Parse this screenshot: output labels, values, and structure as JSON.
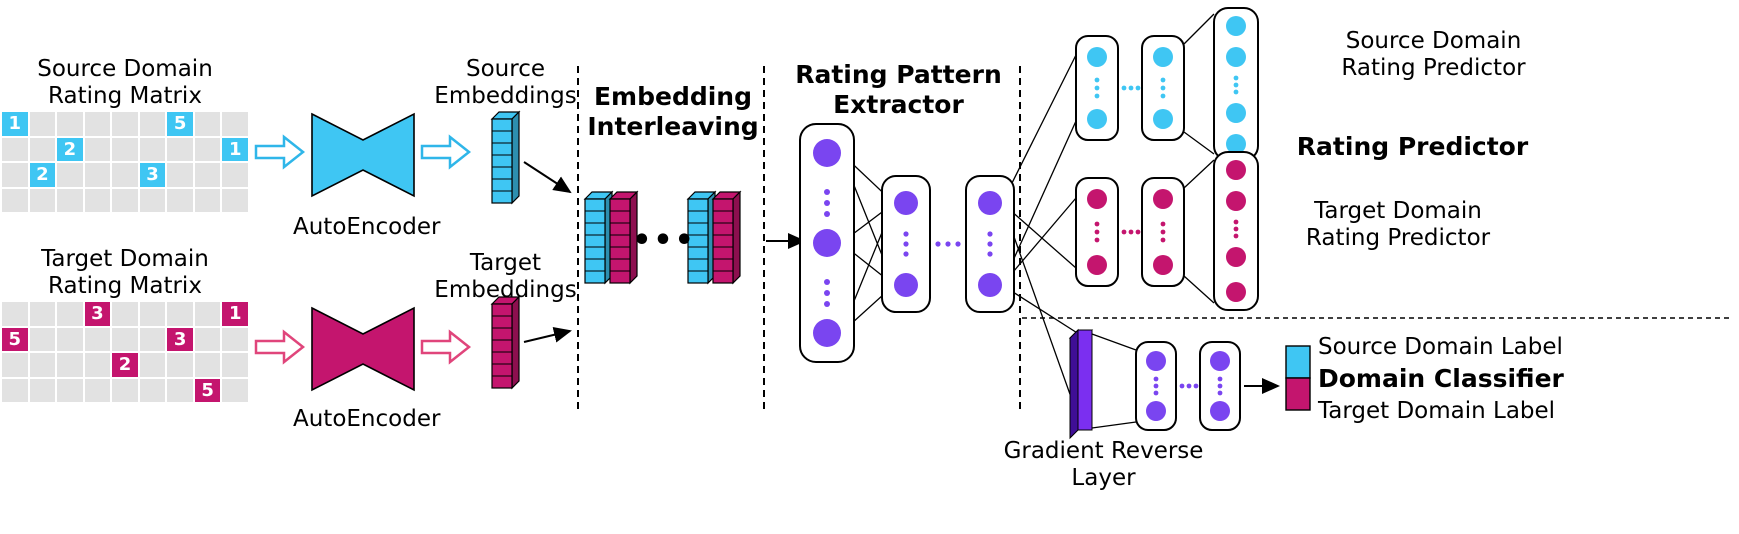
{
  "colors": {
    "cyan": "#3fc6f3",
    "magenta": "#c4156e",
    "purple": "#7a45f0",
    "grl_front": "#7b2ff0",
    "grl_side": "#3f0e96",
    "grl_top": "#5a1fc0",
    "matrix_cell_gray": "#e2e2e2"
  },
  "source_matrix": {
    "title": "Source Domain\nRating Matrix",
    "rows": 4,
    "cols": 9,
    "cell_color": "#3fc6f3",
    "cells": [
      {
        "row": 0,
        "col": 0,
        "value": "1"
      },
      {
        "row": 0,
        "col": 6,
        "value": "5"
      },
      {
        "row": 1,
        "col": 2,
        "value": "2"
      },
      {
        "row": 1,
        "col": 8,
        "value": "1"
      },
      {
        "row": 2,
        "col": 1,
        "value": "2"
      },
      {
        "row": 2,
        "col": 5,
        "value": "3"
      }
    ]
  },
  "target_matrix": {
    "title": "Target Domain\nRating Matrix",
    "rows": 4,
    "cols": 9,
    "cell_color": "#c4156e",
    "cells": [
      {
        "row": 0,
        "col": 3,
        "value": "3"
      },
      {
        "row": 0,
        "col": 8,
        "value": "1"
      },
      {
        "row": 1,
        "col": 0,
        "value": "5"
      },
      {
        "row": 1,
        "col": 6,
        "value": "3"
      },
      {
        "row": 2,
        "col": 4,
        "value": "2"
      },
      {
        "row": 3,
        "col": 7,
        "value": "5"
      }
    ]
  },
  "autoencoders": {
    "source_label": "AutoEncoder",
    "target_label": "AutoEncoder"
  },
  "embeddings": {
    "source_label": "Source\nEmbeddings",
    "target_label": "Target\nEmbeddings"
  },
  "interleaving": {
    "label": "Embedding\nInterleaving",
    "ellipsis": "•••"
  },
  "extractor": {
    "label": "Rating Pattern\nExtractor"
  },
  "predictors": {
    "source_label": "Source Domain\nRating Predictor",
    "group_label": "Rating Predictor",
    "target_label": "Target Domain\nRating Predictor"
  },
  "classifier": {
    "grl_label": "Gradient Reverse\nLayer",
    "source_legend": "Source Domain Label",
    "label": "Domain Classifier",
    "target_legend": "Target Domain Label"
  }
}
